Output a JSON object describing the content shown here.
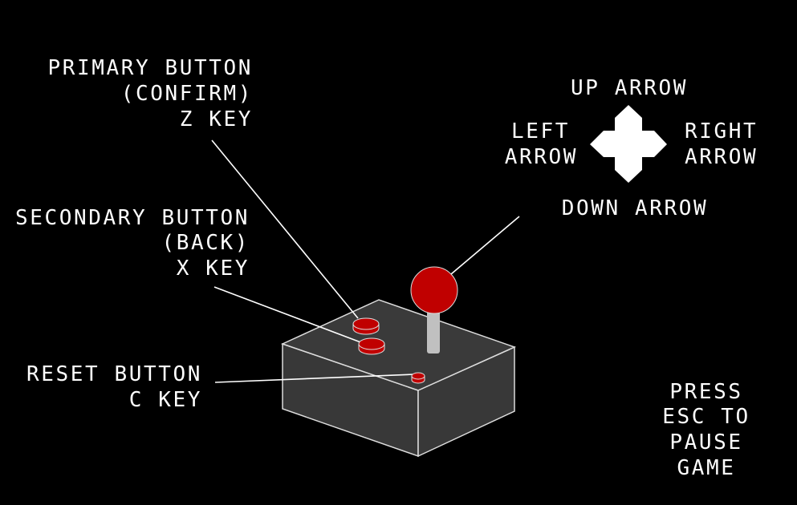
{
  "labels": {
    "primary": [
      "PRIMARY BUTTON",
      "(CONFIRM)",
      "Z KEY"
    ],
    "secondary": [
      "SECONDARY BUTTON",
      "(BACK)",
      "X KEY"
    ],
    "reset": [
      "RESET BUTTON",
      "C KEY"
    ],
    "up": "UP ARROW",
    "left": [
      "LEFT",
      "ARROW"
    ],
    "right": [
      "RIGHT",
      "ARROW"
    ],
    "down": "DOWN ARROW",
    "pause": [
      "PRESS",
      "ESC TO",
      "PAUSE",
      "GAME"
    ]
  },
  "colors": {
    "background": "#000000",
    "button": "#c00000",
    "box": "#383838",
    "stick": "#c0c0c0"
  }
}
